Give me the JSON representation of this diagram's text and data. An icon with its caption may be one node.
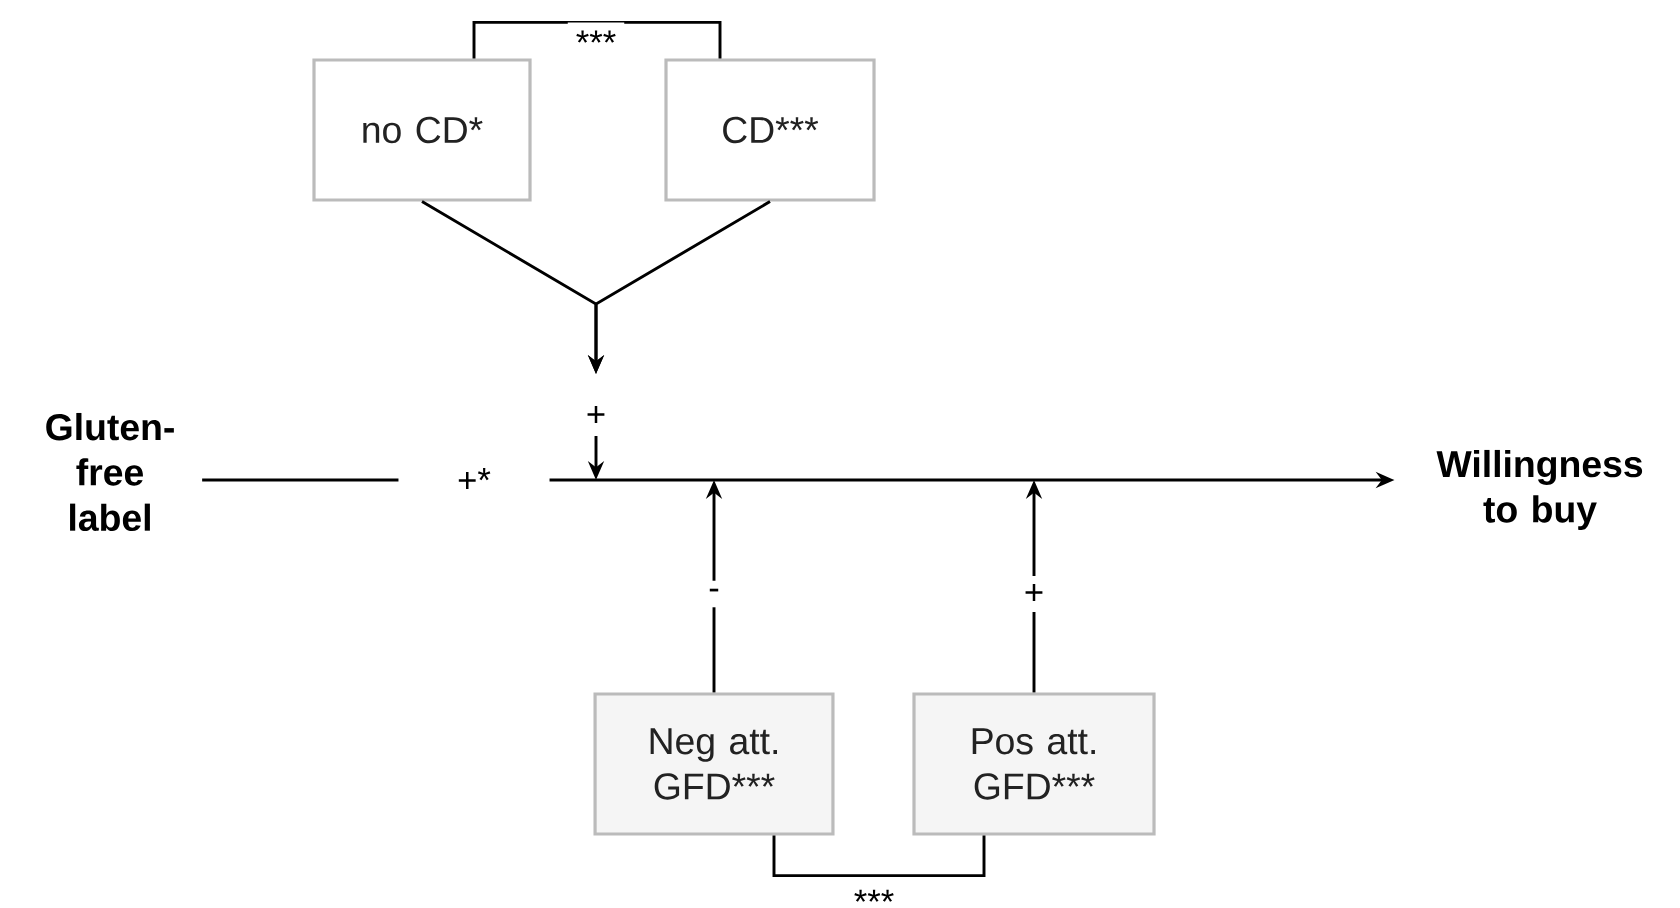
{
  "diagram": {
    "nodes": [
      {
        "text": [
          "Gluten-free label"
        ]
      },
      {
        "text": [
          "Willingness to buy"
        ]
      },
      {
        "text": [
          "no CD*"
        ]
      },
      {
        "text": [
          "CD***"
        ]
      },
      {
        "text": [
          "Neg att. GFD***"
        ]
      },
      {
        "text": [
          "Pos att. GFD***"
        ]
      }
    ],
    "edges": [
      {
        "from": 0,
        "to": 1,
        "arrow": "to",
        "label": "+*"
      },
      {
        "from": 2,
        "to": null,
        "arrow": "to",
        "label": "+"
      },
      {
        "from": 3,
        "to": null,
        "arrow": "to"
      },
      {
        "from": 2,
        "to": 3,
        "arrow": "none",
        "label": "***"
      },
      {
        "from": 4,
        "to": null,
        "arrow": "to",
        "label": "-"
      },
      {
        "from": 5,
        "to": null,
        "arrow": "to",
        "label": "+"
      },
      {
        "from": 4,
        "to": 5,
        "arrow": "none",
        "label": "***"
      }
    ]
  }
}
